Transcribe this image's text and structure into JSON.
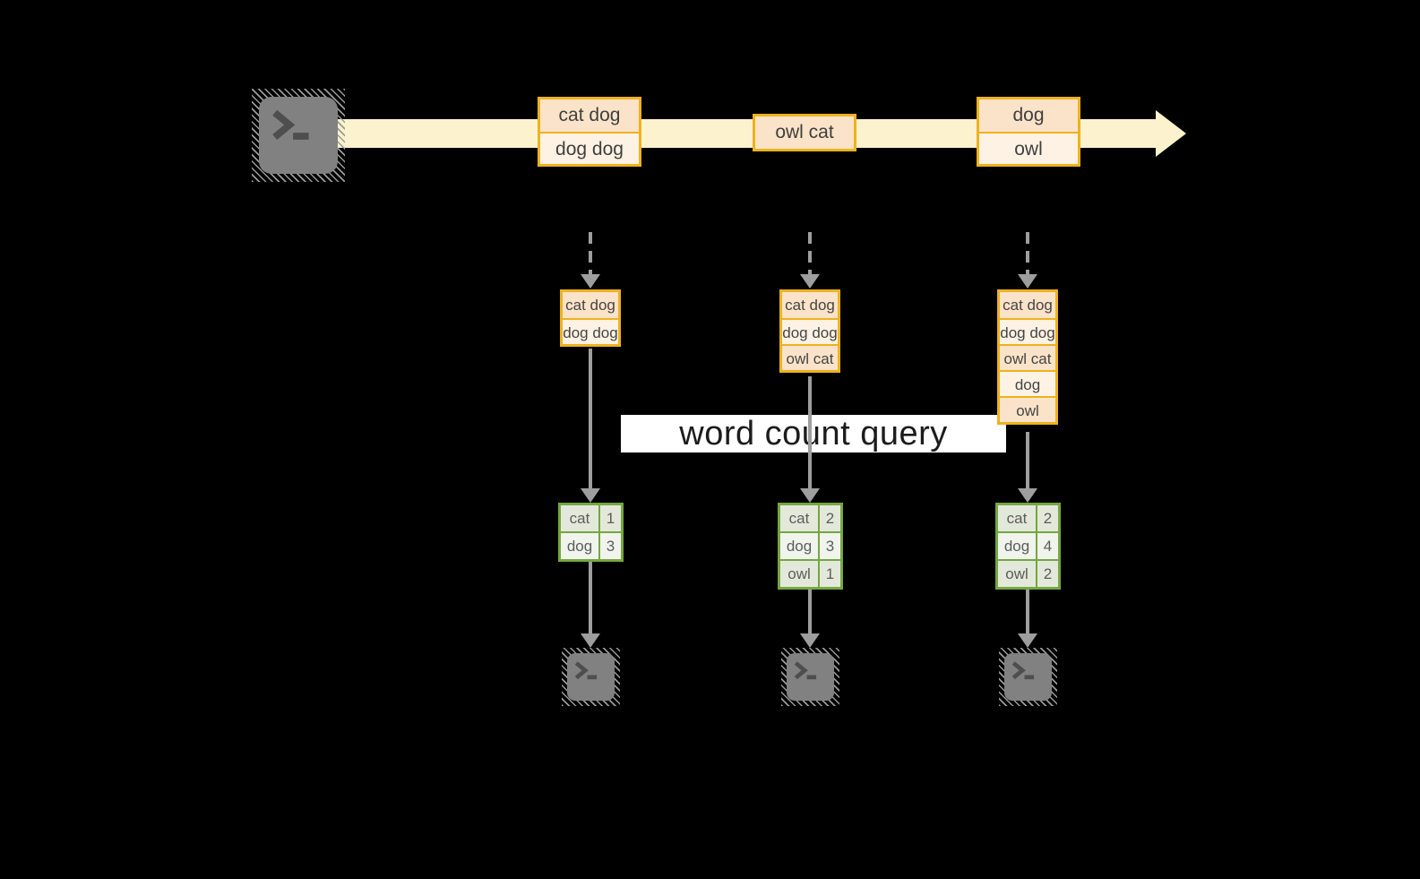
{
  "diagram": {
    "query_label": "word count query",
    "source_icon": "terminal-icon",
    "sink_icon": "terminal-icon",
    "stream_batches": [
      {
        "items": [
          "cat dog",
          "dog dog"
        ]
      },
      {
        "items": [
          "owl cat"
        ]
      },
      {
        "items": [
          "dog",
          "owl"
        ]
      }
    ],
    "accumulated_inputs": [
      {
        "items": [
          "cat dog",
          "dog dog"
        ]
      },
      {
        "items": [
          "cat dog",
          "dog dog",
          "owl cat"
        ]
      },
      {
        "items": [
          "cat dog",
          "dog dog",
          "owl cat",
          "dog",
          "owl"
        ]
      }
    ],
    "count_tables": [
      {
        "rows": [
          {
            "word": "cat",
            "count": "1"
          },
          {
            "word": "dog",
            "count": "3"
          }
        ]
      },
      {
        "rows": [
          {
            "word": "cat",
            "count": "2"
          },
          {
            "word": "dog",
            "count": "3"
          },
          {
            "word": "owl",
            "count": "1"
          }
        ]
      },
      {
        "rows": [
          {
            "word": "cat",
            "count": "2"
          },
          {
            "word": "dog",
            "count": "4"
          },
          {
            "word": "owl",
            "count": "2"
          }
        ]
      }
    ],
    "colors": {
      "background": "#000000",
      "stream_band": "#fcf2cd",
      "cell_peach": "#fae3c8",
      "cell_cream": "#fdf2e3",
      "border_gold": "#eeb21f",
      "border_green": "#74a741",
      "cell_green_dark": "#e3e9da",
      "cell_green_light": "#f1f4ec",
      "arrow_gray": "#9e9e9e",
      "terminal_gray": "#818181"
    }
  }
}
